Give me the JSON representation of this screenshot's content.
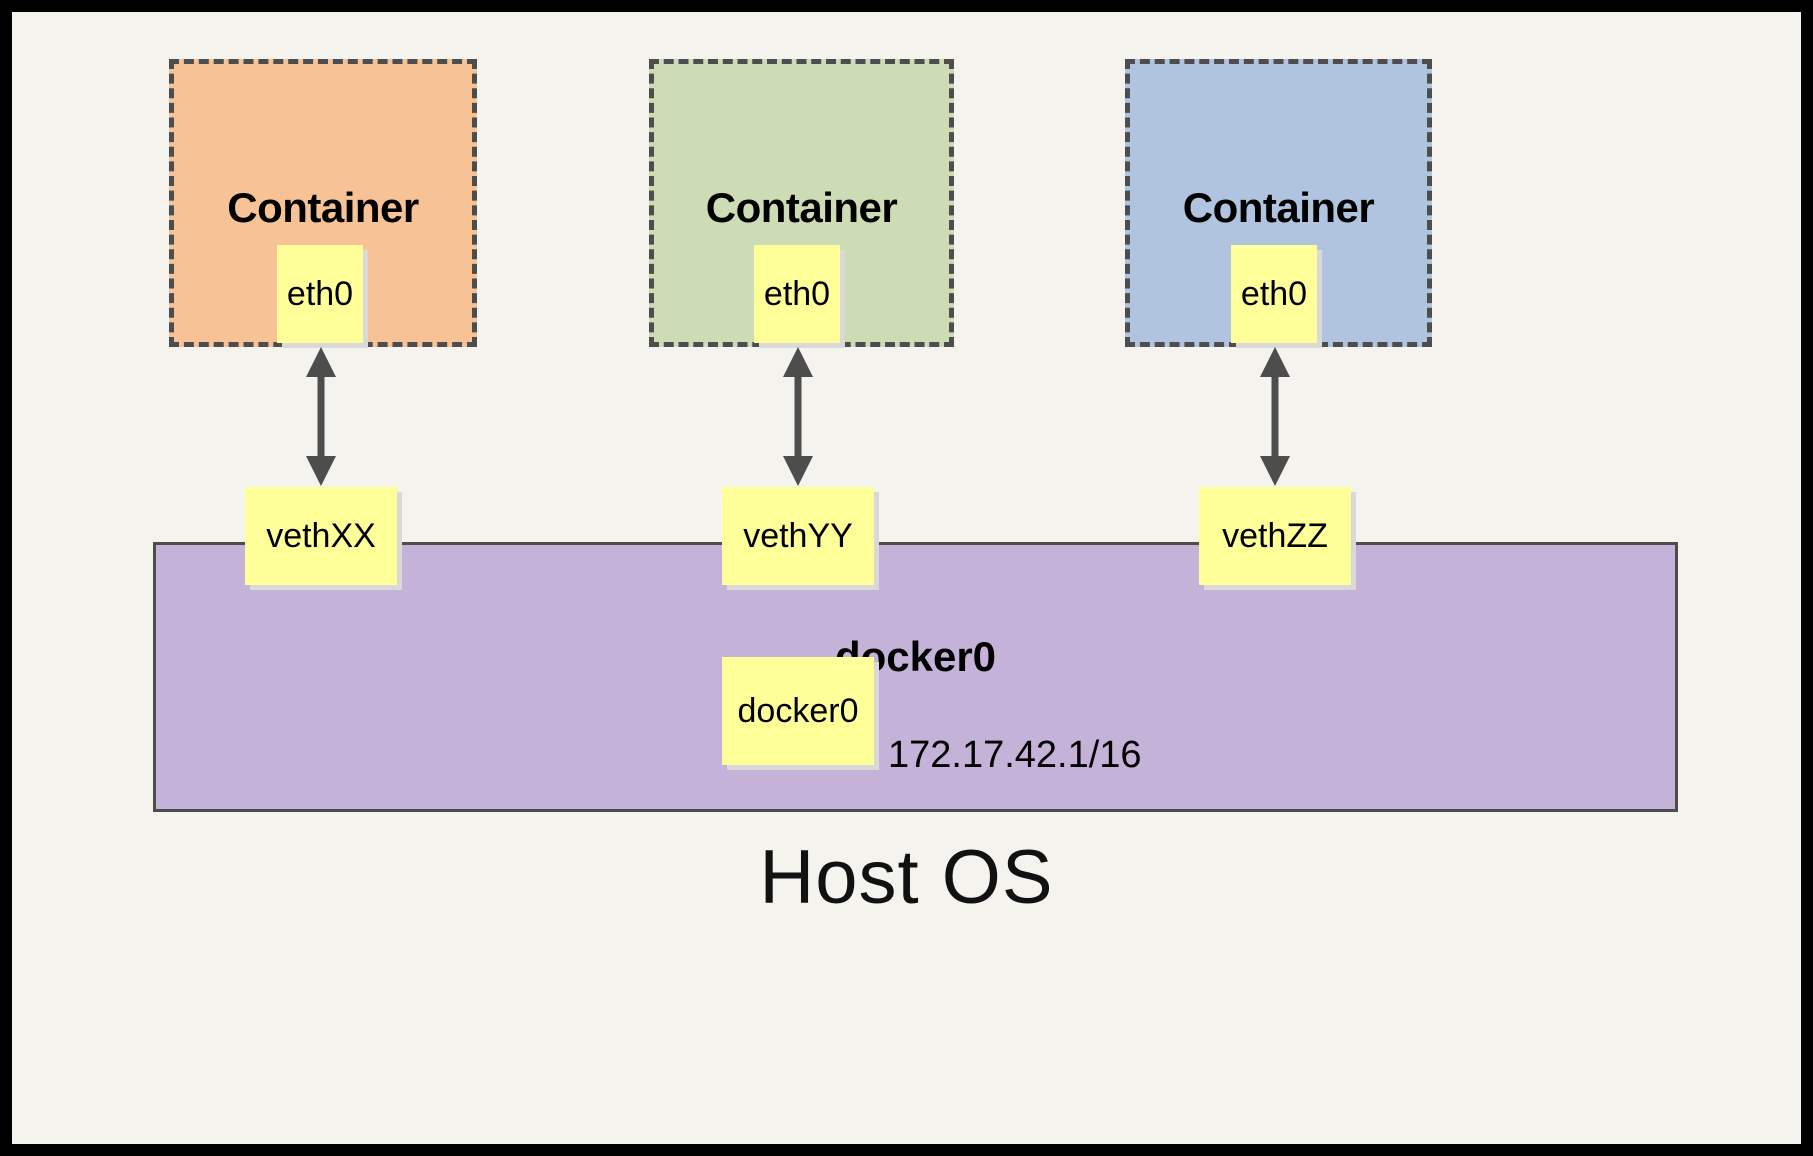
{
  "diagram": {
    "host_label": "Host OS",
    "bridge": {
      "name": "docker0",
      "interface_label": "docker0",
      "ip": "172.17.42.1/16",
      "color": "#c4b2d9"
    },
    "colors": {
      "background": "#f4f3ee",
      "frame": "#000000",
      "container_orange": "#f7c396",
      "container_green": "#ccdcb4",
      "container_blue": "#b0c4e0",
      "interface_yellow": "#ffff99",
      "stroke": "#4d4d4d"
    },
    "containers": [
      {
        "title": "Container",
        "interface": "eth0",
        "veth": "vethXX",
        "color": "#f7c396"
      },
      {
        "title": "Container",
        "interface": "eth0",
        "veth": "vethYY",
        "color": "#ccdcb4"
      },
      {
        "title": "Container",
        "interface": "eth0",
        "veth": "vethZZ",
        "color": "#b0c4e0"
      }
    ]
  }
}
